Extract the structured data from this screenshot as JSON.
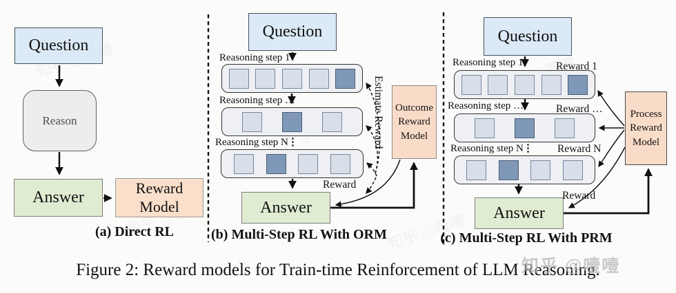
{
  "figure_caption": "Figure 2: Reward models for Train-time Reinforcement of LLM Reasoning.",
  "watermark": "知乎 @噎噎",
  "panels": {
    "a": {
      "caption": "(a) Direct RL",
      "question": "Question",
      "reason": "Reason",
      "answer": "Answer",
      "reward_model": "Reward Model"
    },
    "b": {
      "caption": "(b) Multi-Step RL With ORM",
      "question": "Question",
      "step1_label": "Reasoning step 1",
      "step2_label": "Reasoning step …",
      "stepN_label": "Reasoning step N",
      "ellipsis": "⋮",
      "estimate_reward_label": "Estimate Reward",
      "reward_label": "Reward",
      "answer": "Answer",
      "orm_label": "Outcome Reward Model",
      "rows": [
        [
          "light",
          "light",
          "light",
          "light",
          "dark"
        ],
        [
          "light",
          "dark",
          "light"
        ],
        [
          "light",
          "dark",
          "light",
          "light"
        ]
      ]
    },
    "c": {
      "caption": "(c) Multi-Step RL With PRM",
      "question": "Question",
      "step1_label": "Reasoning step 1",
      "step2_label": "Reasoning step …",
      "stepN_label": "Reasoning step N",
      "ellipsis": "⋮",
      "reward1_label": "Reward 1",
      "reward2_label": "Reward  …",
      "rewardN_label": "Reward N",
      "reward_label": "Reward",
      "answer": "Answer",
      "prm_label": "Process Reward Model",
      "rows": [
        [
          "light",
          "light",
          "light",
          "light",
          "dark"
        ],
        [
          "light",
          "dark",
          "light"
        ],
        [
          "light",
          "dark",
          "light",
          "light"
        ]
      ]
    }
  },
  "colors": {
    "question_fill": "#dce9f6",
    "reason_fill": "#ededef",
    "answer_fill": "#dfecd2",
    "reward_model_fill": "#f9dcc7",
    "row_container_fill": "#eef0f4",
    "token_light": "#d9dfe9",
    "token_dark": "#8098b8",
    "arrow": "#111111"
  }
}
